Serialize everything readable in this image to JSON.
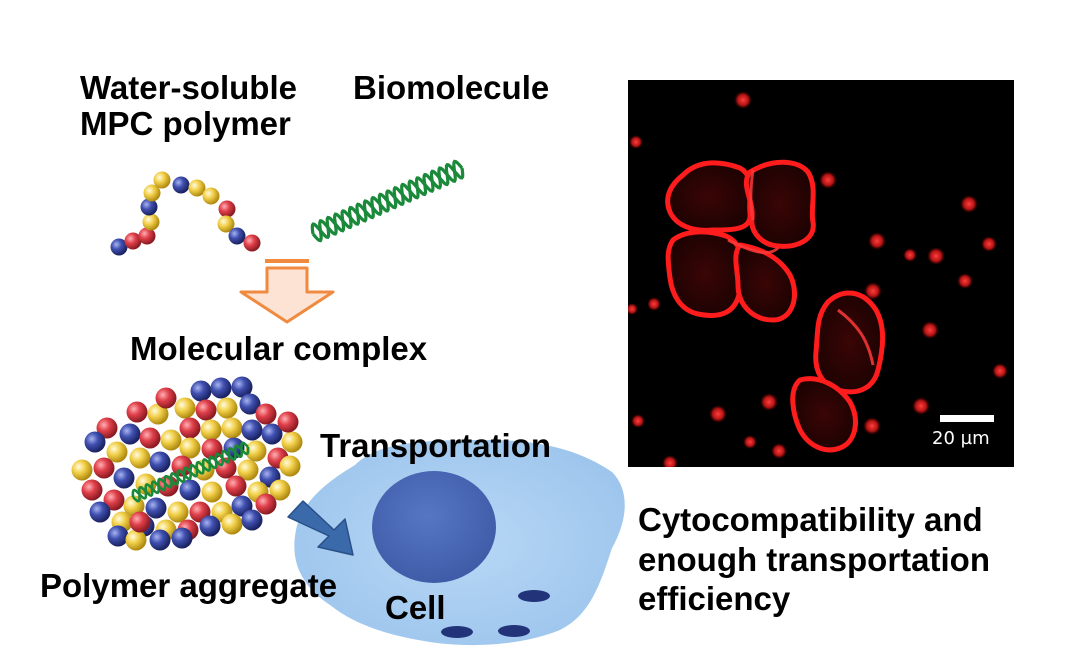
{
  "labels": {
    "polymer_line1": "Water-soluble",
    "polymer_line2": "MPC polymer",
    "biomolecule": "Biomolecule",
    "molecular_complex": "Molecular complex",
    "transportation": "Transportation",
    "polymer_aggregate": "Polymer aggregate",
    "cell": "Cell",
    "result_line1": "Cytocompatibility and",
    "result_line2": "enough transportation",
    "result_line3": "efficiency"
  },
  "micrograph": {
    "scale_label": "20 µm"
  },
  "colors": {
    "bead_red": "#e0404a",
    "bead_blue": "#4050b0",
    "bead_yellow": "#f2d04a",
    "helix_green": "#1a8a3a",
    "arrow_orange": "#f08a40",
    "arrow_fill": "#fde3d3",
    "cell_body": "#a9cdef",
    "nucleus": "#4a68b8",
    "transport_arrow": "#3a6aaa",
    "fluorescence_red": "#ff2020"
  }
}
